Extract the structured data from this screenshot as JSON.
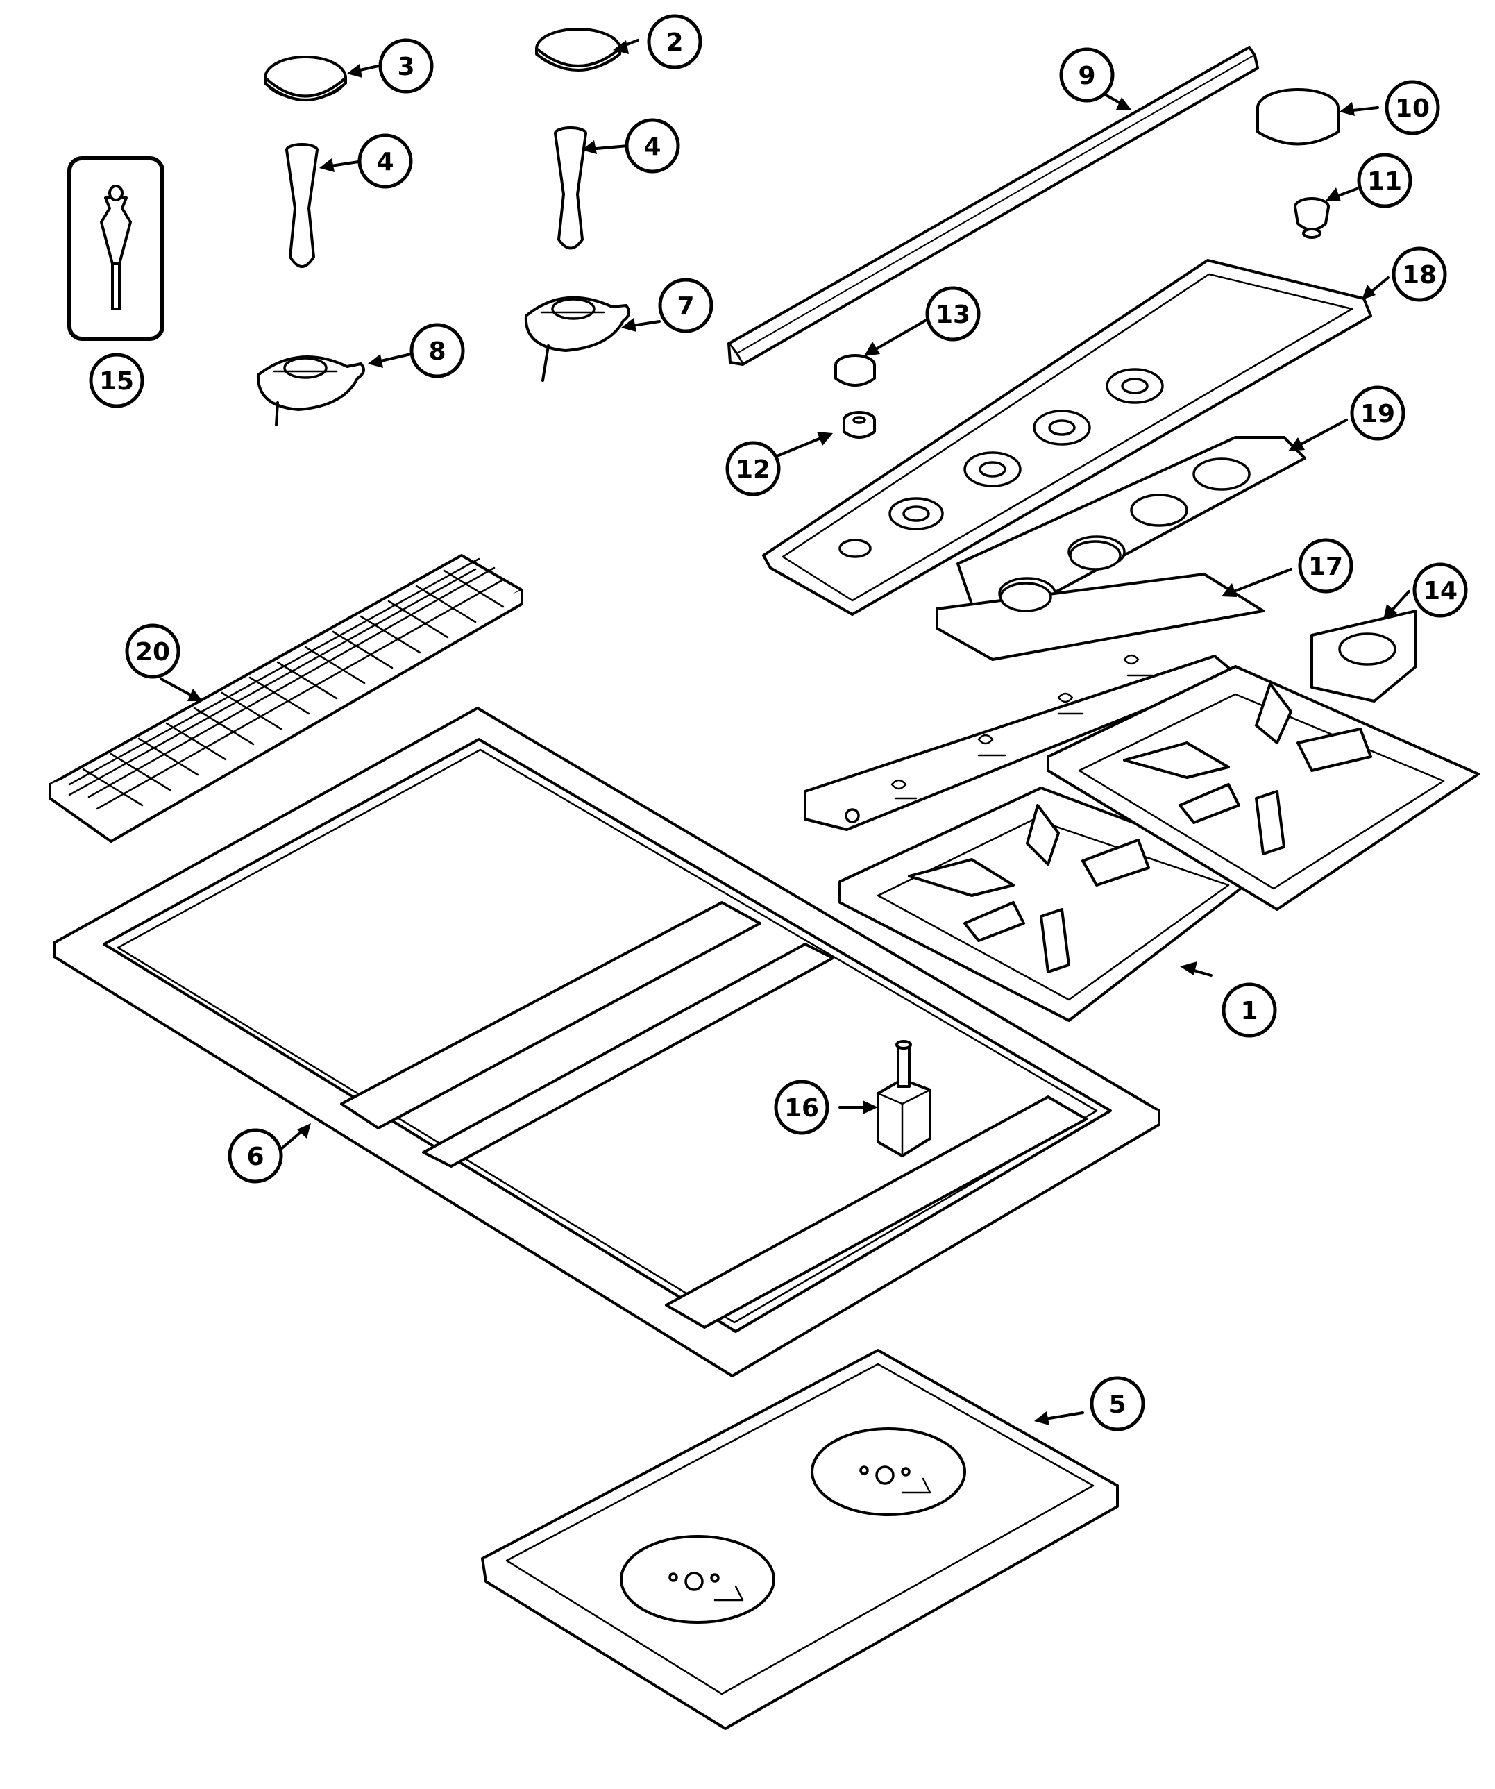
{
  "callouts": {
    "c1": "1",
    "c2": "2",
    "c3": "3",
    "c4a": "4",
    "c4b": "4",
    "c5": "5",
    "c6": "6",
    "c7": "7",
    "c8": "8",
    "c9": "9",
    "c10": "10",
    "c11": "11",
    "c12": "12",
    "c13": "13",
    "c14": "14",
    "c15": "15",
    "c16": "16",
    "c17": "17",
    "c18": "18",
    "c19": "19",
    "c20": "20"
  },
  "colors": {
    "line": "#000000",
    "background": "#ffffff"
  }
}
